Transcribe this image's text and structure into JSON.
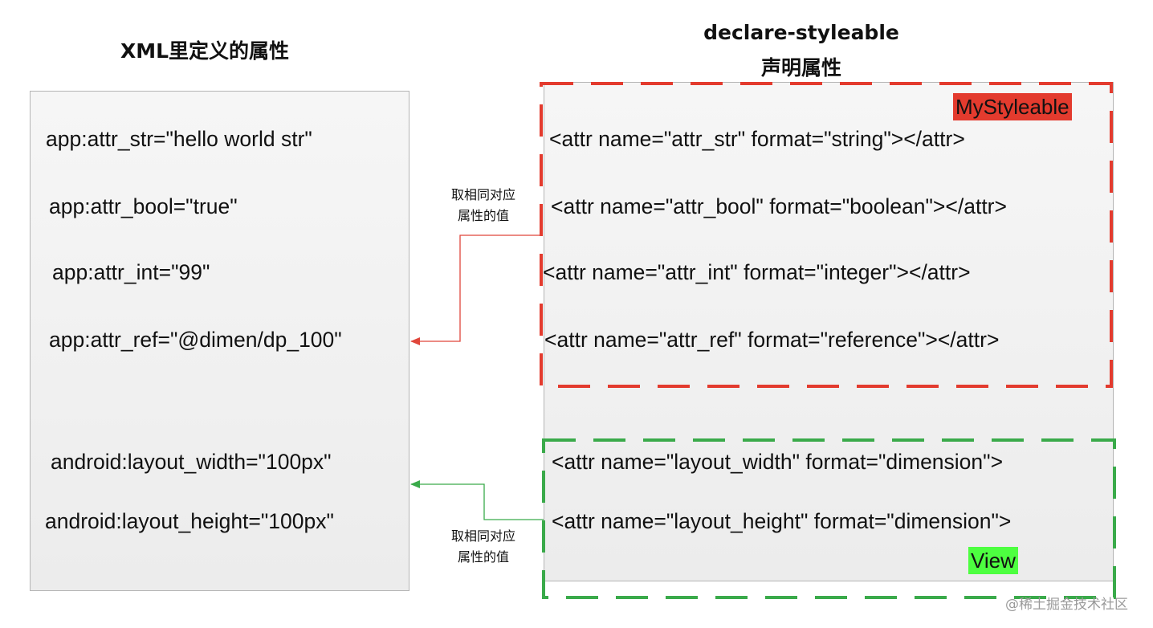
{
  "left_panel": {
    "title": "XML里定义的属性",
    "attrs": [
      "app:attr_str=\"hello world str\"",
      "app:attr_bool=\"true\"",
      "app:attr_int=\"99\"",
      "app:attr_ref=\"@dimen/dp_100\"",
      "android:layout_width=\"100px\"",
      "android:layout_height=\"100px\""
    ]
  },
  "right_panel": {
    "title_line1": "declare-styleable",
    "title_line2": "声明属性",
    "custom_group": {
      "label": "MyStyleable",
      "color": "#e33b2e",
      "attrs": [
        "<attr name=\"attr_str\" format=\"string\"></attr>",
        "<attr name=\"attr_bool\" format=\"boolean\"></attr>",
        "<attr name=\"attr_int\" format=\"integer\"></attr>",
        "<attr name=\"attr_ref\" format=\"reference\"></attr>"
      ]
    },
    "view_group": {
      "label": "View",
      "color": "#3aaa4a",
      "attrs": [
        "<attr name=\"layout_width\" format=\"dimension\">",
        "<attr name=\"layout_height\" format=\"dimension\">"
      ]
    }
  },
  "connectors": {
    "upper_note": "取相同对应属性的值",
    "upper_note_line1": "取相同对应",
    "upper_note_line2": "属性的值",
    "upper_color": "#e0463b",
    "lower_note_line1": "取相同对应",
    "lower_note_line2": "属性的值",
    "lower_color": "#3aaa4a"
  },
  "watermark": "@稀土掘金技术社区"
}
